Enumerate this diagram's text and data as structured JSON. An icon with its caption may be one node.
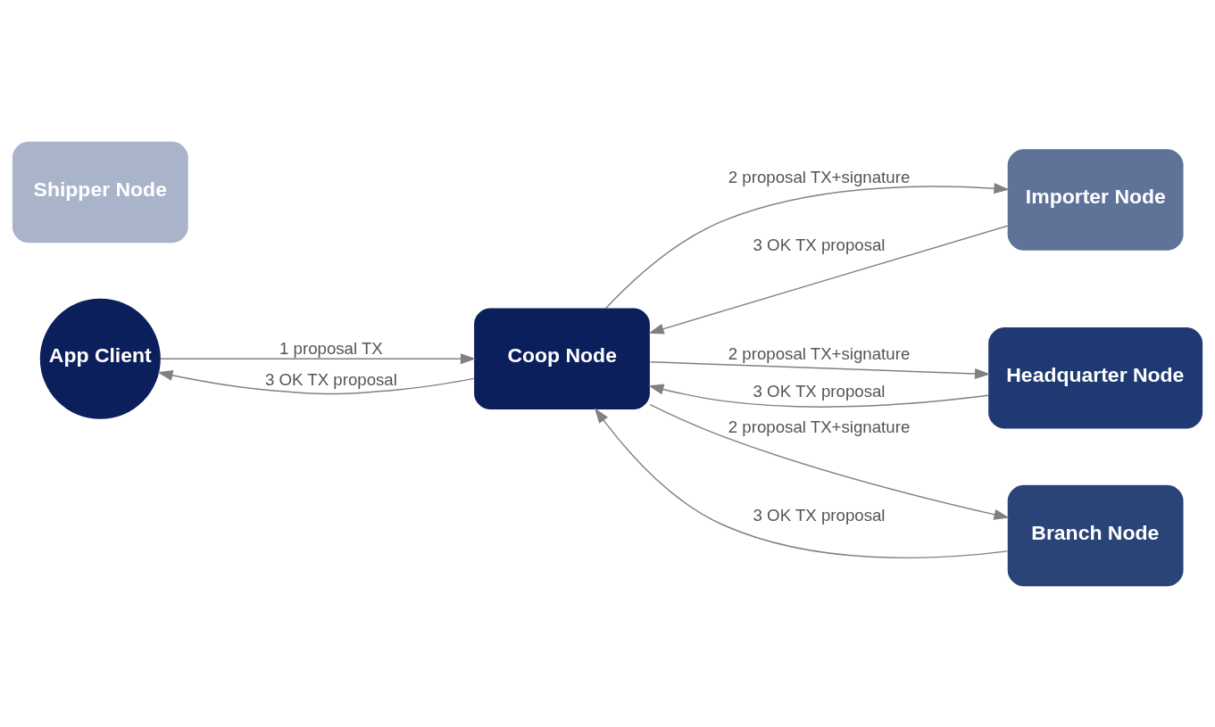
{
  "diagram": {
    "nodes": [
      {
        "text": [
          "App Client"
        ]
      },
      {
        "text": [
          "Coop Node"
        ]
      },
      {
        "text": [
          "Importer Node"
        ]
      },
      {
        "text": [
          "Shipper Node"
        ]
      },
      {
        "text": [
          "Headquarter Node"
        ]
      },
      {
        "text": [
          "Branch Node"
        ]
      }
    ],
    "edges": [
      {
        "from": 0,
        "to": 1,
        "arrow": "to",
        "label": "1 proposal TX"
      },
      {
        "from": 1,
        "to": 0,
        "arrow": "to",
        "label": "3 OK TX proposal"
      },
      {
        "from": 1,
        "to": 2,
        "arrow": "to",
        "label": "2 proposal TX+signature"
      },
      {
        "from": 2,
        "to": 1,
        "arrow": "to",
        "label": "3 OK TX proposal"
      },
      {
        "from": 1,
        "to": 4,
        "arrow": "to",
        "label": "2 proposal TX+signature"
      },
      {
        "from": 4,
        "to": 1,
        "arrow": "to",
        "label": "3 OK TX proposal"
      },
      {
        "from": 1,
        "to": 5,
        "arrow": "to",
        "label": "2 proposal TX+signature"
      },
      {
        "from": 5,
        "to": 1,
        "arrow": "to",
        "label": "3 OK TX proposal"
      }
    ]
  }
}
